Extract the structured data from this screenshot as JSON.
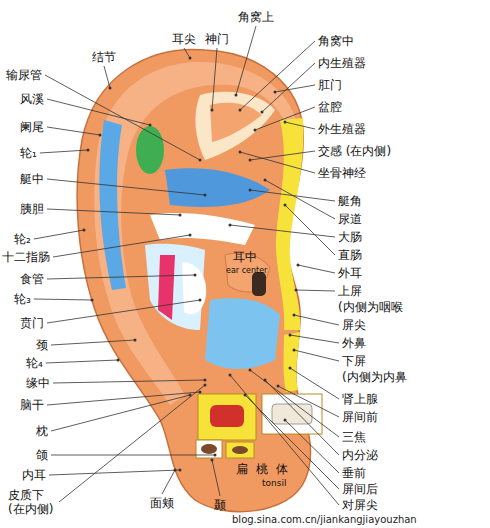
{
  "diagram": {
    "labels": [
      "耳尖",
      "神门",
      "角窝上",
      "结节",
      "输尿管",
      "风溪",
      "阑尾",
      "轮₁",
      "艇中",
      "胰胆",
      "轮₂",
      "十二指肠",
      "食管",
      "轮₃",
      "贲门",
      "颈",
      "轮₄",
      "缘中",
      "脑干",
      "枕",
      "颌",
      "内耳",
      "皮质下 (在内侧)",
      "面颊",
      "颞",
      "扁桃体",
      "tonsil",
      "耳中",
      "ear center",
      "角窝中",
      "内生殖器",
      "肛门",
      "盆腔",
      "外生殖器",
      "交感 (在内侧)",
      "坐骨神经",
      "艇角",
      "尿道",
      "大肠",
      "直肠",
      "外耳",
      "上屏",
      "(内侧为咽喉",
      "屏尖",
      "外鼻",
      "下屏",
      "(内侧为内鼻",
      "肾上腺",
      "屏间前",
      "三焦",
      "内分泌",
      "垂前",
      "屏间后",
      "对屏尖",
      "blog.sina.com.cn/jiankangjiayouzhan"
    ]
  }
}
